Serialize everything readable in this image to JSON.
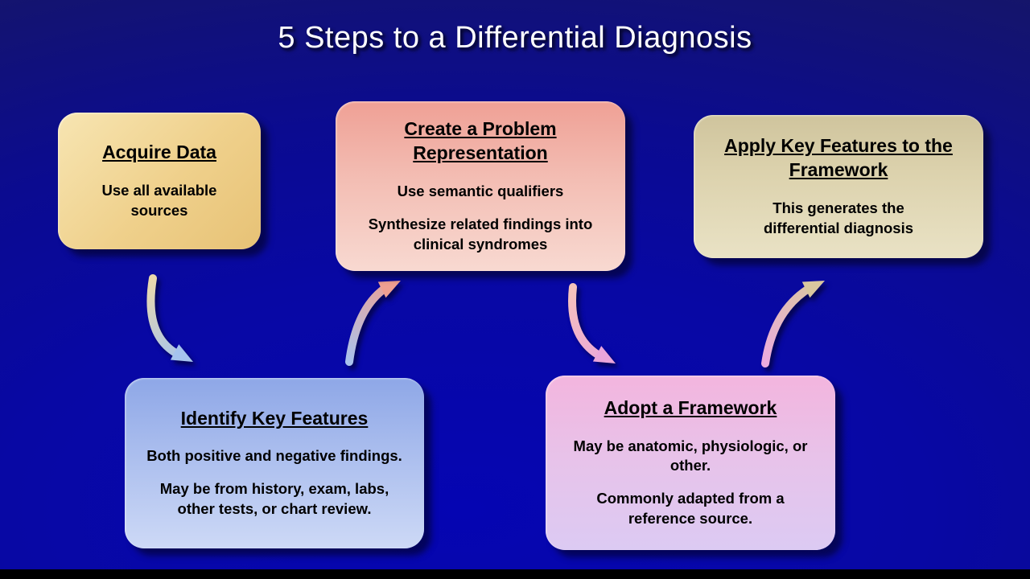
{
  "slide": {
    "title": "5 Steps to a Differential Diagnosis"
  },
  "boxes": {
    "acquire_data": {
      "title": "Acquire Data",
      "body": [
        "Use all available sources"
      ]
    },
    "problem_representation": {
      "title": "Create a Problem Representation",
      "body": [
        "Use semantic qualifiers",
        "Synthesize related findings into clinical syndromes"
      ]
    },
    "apply_key_features": {
      "title": "Apply Key Features to the Framework",
      "body": [
        "This generates the differential diagnosis"
      ]
    },
    "identify_key_features": {
      "title": "Identify Key Features",
      "body": [
        "Both positive and negative findings.",
        "May be from history, exam, labs, other tests, or chart review."
      ]
    },
    "adopt_framework": {
      "title": "Adopt a Framework",
      "body": [
        "May be anatomic, physiologic, or other.",
        "Commonly adapted from a reference source."
      ]
    }
  },
  "arrows": [
    {
      "id": "acquire-to-identify",
      "from": "Acquire Data",
      "to": "Identify Key Features",
      "colors": [
        "#ead9ac",
        "#a5c3ee"
      ]
    },
    {
      "id": "identify-to-problem",
      "from": "Identify Key Features",
      "to": "Create a Problem Representation",
      "colors": [
        "#a9c2ee",
        "#ef9f91"
      ]
    },
    {
      "id": "problem-to-adopt",
      "from": "Create a Problem Representation",
      "to": "Adopt a Framework",
      "colors": [
        "#f6c3bb",
        "#e9a5db"
      ]
    },
    {
      "id": "adopt-to-apply",
      "from": "Adopt a Framework",
      "to": "Apply Key Features to the Framework",
      "colors": [
        "#ecabdf",
        "#d9c79f"
      ]
    }
  ],
  "colors": {
    "background_bright": "#0505b2",
    "background_dark": "#13134a",
    "title_text": "#ffffff",
    "box_text": "#000000",
    "box_acquire": "#efd08b",
    "box_problem": "#f3bdb3",
    "box_apply": "#dcd2ad",
    "box_identify": "#abbeee",
    "box_adopt": "#e7c3ea"
  }
}
